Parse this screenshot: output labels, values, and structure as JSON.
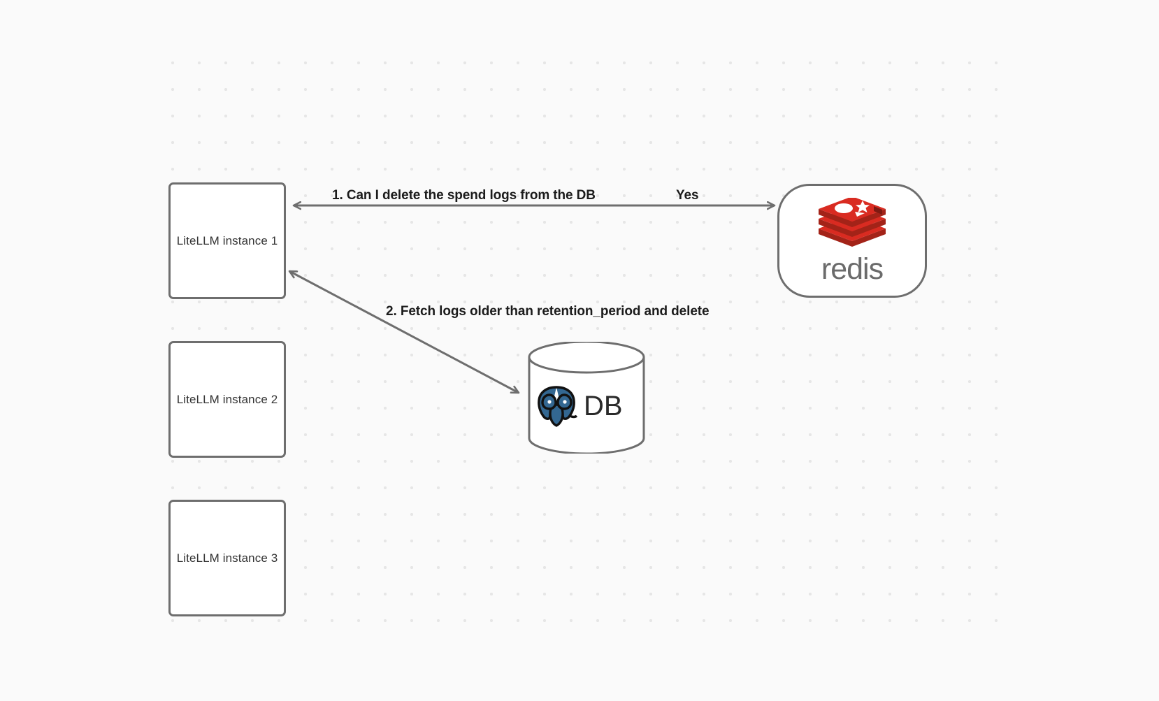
{
  "canvas": {
    "background_color": "#fafafa",
    "grid_dot_color": "#e6e6e6",
    "node_border_color": "#6e6e6e",
    "edge_color": "#6e6e6e"
  },
  "nodes": {
    "instance1": {
      "label": "LiteLLM instance 1"
    },
    "instance2": {
      "label": "LiteLLM instance 2"
    },
    "instance3": {
      "label": "LiteLLM instance 3"
    },
    "redis": {
      "label": "redis",
      "icon": "redis-logo-icon",
      "logo_color": "#D92B21",
      "wordmark_color": "#6b6b6b"
    },
    "db": {
      "label": "DB",
      "icon": "postgresql-elephant-icon",
      "logo_color": "#336791"
    }
  },
  "edges": {
    "edge1_label": "1.  Can I delete the spend logs from the DB",
    "edge1_reply_label": "Yes",
    "edge2_label": "2.  Fetch logs older than retention_period and delete"
  }
}
